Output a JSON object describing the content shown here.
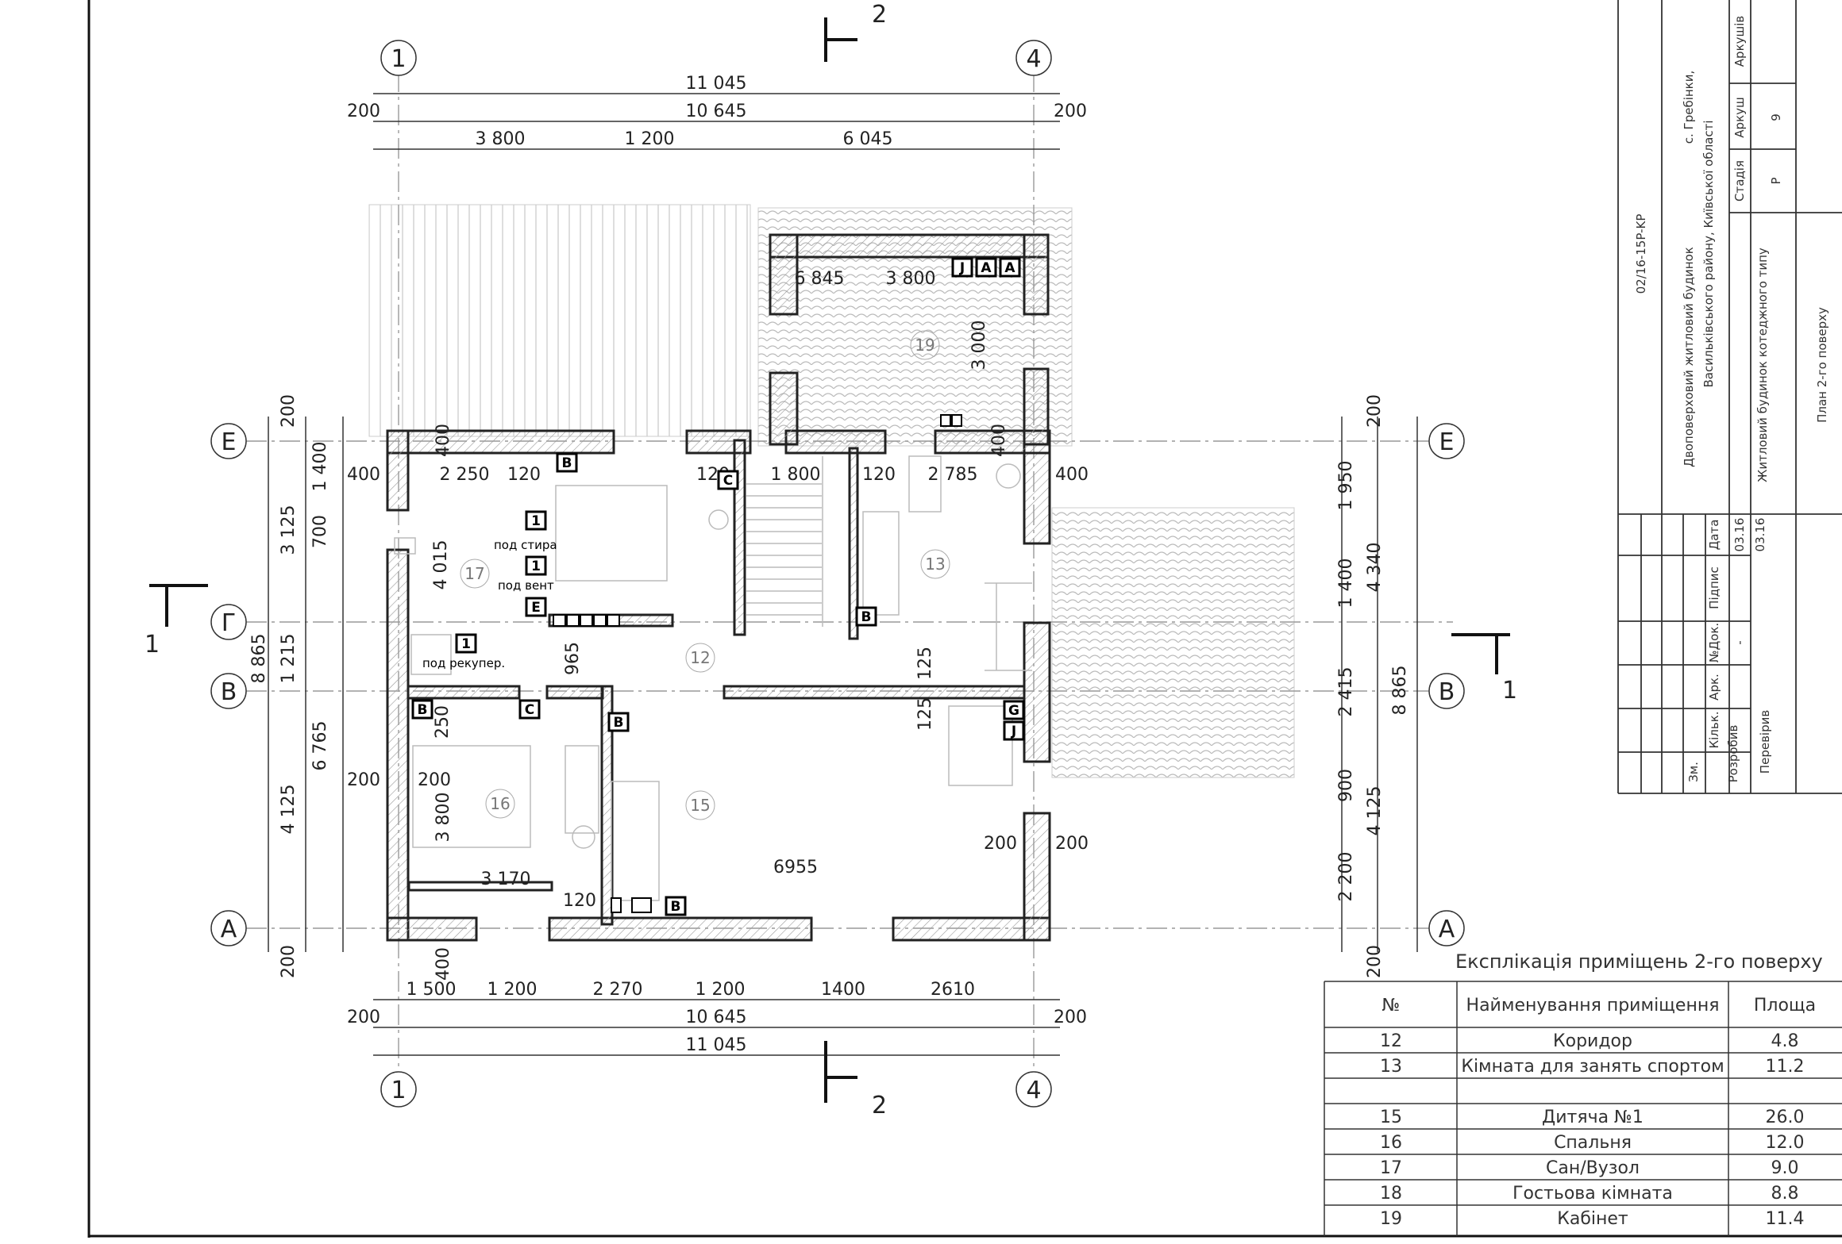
{
  "sheet": {
    "code": "02/16-15P-KP",
    "project_line1": "Двоповерховий житловий будинок",
    "project_line2": "с. Гребінки,",
    "project_line3": "Васильківського району, Київської області",
    "object": "Житловий будинок котеджного типу",
    "drawing": "План 2-го поверху",
    "stage_header": "Стадія",
    "sheet_header": "Аркуш",
    "sheets_header": "Аркушів",
    "stage": "Р",
    "sheet_no": "9",
    "stamp": {
      "zm": "Зм.",
      "kilk": "Кільк.",
      "ark": "Арк.",
      "ndok": "№Док.",
      "pidpys": "Підпис",
      "data": "Дата",
      "rozrobyv": "Розробив",
      "pereviryv": "Перевірив",
      "date1": "03.16",
      "date2": "03.16",
      "dash": "-"
    }
  },
  "axes": {
    "a1": "1",
    "a4": "4",
    "rE": "Е",
    "rG": "Г",
    "rV": "В",
    "rA": "А"
  },
  "sections": {
    "s1": "1",
    "s2": "2"
  },
  "dims": {
    "top_total": "11 045",
    "top_inner": "10 645",
    "top_200_l": "200",
    "top_200_r": "200",
    "top_a": "3 800",
    "top_b": "1 200",
    "top_c": "6 045",
    "bot_total": "11 045",
    "bot_inner": "10 645",
    "bot_200_l": "200",
    "bot_200_r": "200",
    "bot_a": "1 500",
    "bot_b": "1 200",
    "bot_c": "2 270",
    "bot_d": "1 200",
    "bot_e": "1400",
    "bot_f": "2610",
    "left_total": "8 865",
    "left_a": "3 125",
    "left_b": "1 215",
    "left_c": "6 765",
    "left_d": "4 125",
    "left_200_t": "200",
    "left_200_b": "200",
    "left_1400": "1 400",
    "left_700": "700",
    "right_total": "8 865",
    "right_a": "4 340",
    "right_b": "4 125",
    "right_1950": "1 950",
    "right_1400": "1 400",
    "right_2415": "2 415",
    "right_900": "900",
    "right_2200": "2 200",
    "right_200_t": "200",
    "right_200_b": "200",
    "i_400a": "400",
    "i_400b": "400",
    "i_400c": "400",
    "i_400d": "400",
    "i_400e": "400",
    "i_2250": "2 250",
    "i_120a": "120",
    "i_120b": "120",
    "i_120c": "120",
    "i_120d": "120",
    "i_1800": "1 800",
    "i_2785": "2 785",
    "i_4015": "4 015",
    "i_965": "965",
    "i_125a": "125",
    "i_125b": "125",
    "i_250": "250",
    "i_200a": "200",
    "i_200b": "200",
    "i_200c": "200",
    "i_200d": "200",
    "i_3800a": "3 800",
    "i_3170": "3 170",
    "i_6955": "6955",
    "i_6845": "6 845",
    "i_3800b": "3 800",
    "i_3000": "3 000"
  },
  "rooms": {
    "r12": "12",
    "r13": "13",
    "r15": "15",
    "r16": "16",
    "r17": "17",
    "r19": "19"
  },
  "tags": {
    "B": "B",
    "C": "C",
    "E": "E",
    "G": "G",
    "J": "J",
    "A": "A",
    "one": "1"
  },
  "notes": {
    "wash": "под стира",
    "vent": "под вент",
    "recup": "под рекупер."
  },
  "explication": {
    "title": "Експлікація приміщень 2-го поверху",
    "headers": [
      "№",
      "Найменування приміщення",
      "Площа"
    ],
    "rows": [
      {
        "n": "12",
        "name": "Коридор",
        "area": "4.8"
      },
      {
        "n": "13",
        "name": "Кімната для занять спортом",
        "area": "11.2"
      },
      {
        "n": "",
        "name": "",
        "area": ""
      },
      {
        "n": "15",
        "name": "Дитяча №1",
        "area": "26.0"
      },
      {
        "n": "16",
        "name": "Спальня",
        "area": "12.0"
      },
      {
        "n": "17",
        "name": "Сан/Вузол",
        "area": "9.0"
      },
      {
        "n": "18",
        "name": "Гостьова кімната",
        "area": "8.8"
      },
      {
        "n": "19",
        "name": "Кабінет",
        "area": "11.4"
      }
    ]
  },
  "colors": {
    "line": "#222222",
    "wall_hatch": "#888888",
    "opening": "#e07a1f",
    "grid": "#999999"
  }
}
